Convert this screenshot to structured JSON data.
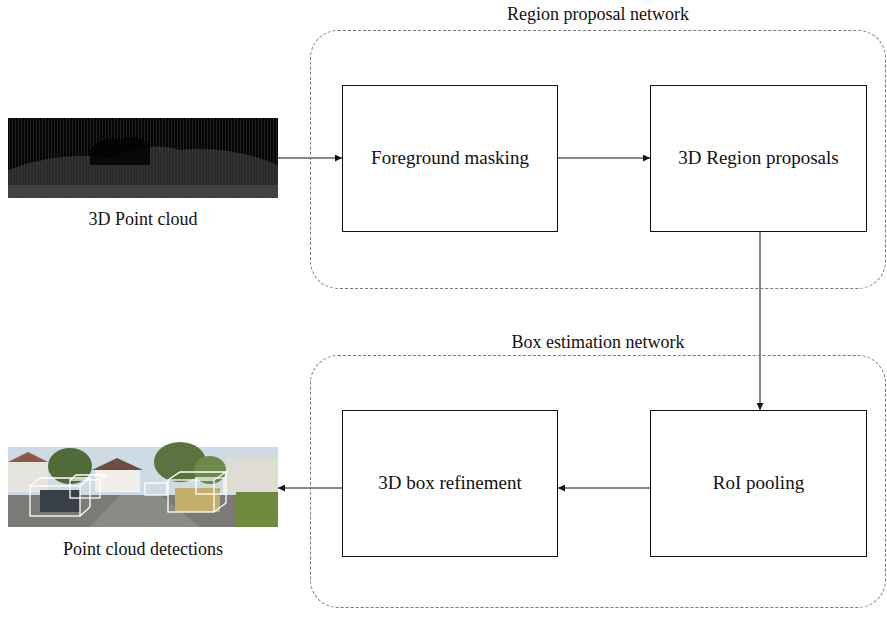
{
  "diagram": {
    "nodes": [
      {
        "text": [
          "3D Point cloud"
        ]
      },
      {
        "text": [
          "Region proposal network"
        ]
      },
      {
        "text": [
          "Foreground masking"
        ],
        "in": 1
      },
      {
        "text": [
          "3D Region proposals"
        ],
        "in": 1
      },
      {
        "text": [
          "Box estimation network"
        ]
      },
      {
        "text": [
          "3D box refinement"
        ],
        "in": 4
      },
      {
        "text": [
          "RoI pooling"
        ],
        "in": 4
      },
      {
        "text": [
          "Point cloud detections"
        ]
      }
    ],
    "edges": [
      {
        "from": 0,
        "to": 2,
        "arrow": "to"
      },
      {
        "from": 2,
        "to": 3,
        "arrow": "to"
      },
      {
        "from": 3,
        "to": 6,
        "arrow": "to"
      },
      {
        "from": 6,
        "to": 5,
        "arrow": "to"
      },
      {
        "from": 5,
        "to": 7,
        "arrow": "to"
      }
    ]
  }
}
